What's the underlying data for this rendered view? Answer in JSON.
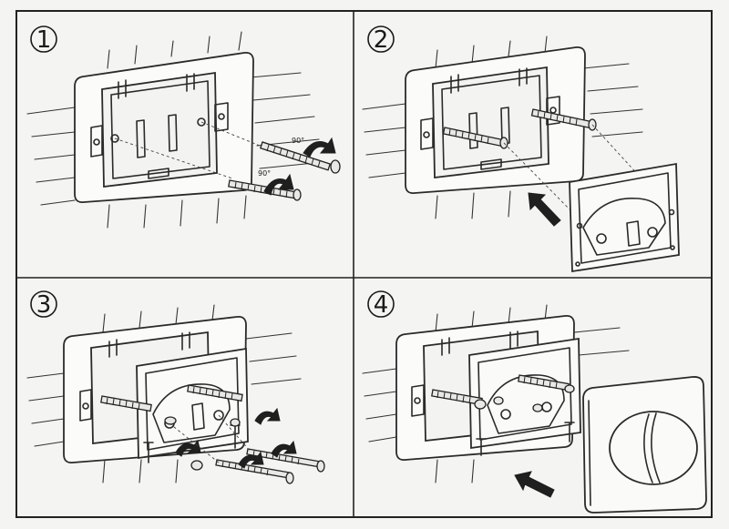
{
  "panels": [
    {
      "id": "panel-1",
      "step_number": "1",
      "annotations": [
        "90°",
        "90°"
      ]
    },
    {
      "id": "panel-2",
      "step_number": "2",
      "annotations": []
    },
    {
      "id": "panel-3",
      "step_number": "3",
      "annotations": []
    },
    {
      "id": "panel-4",
      "step_number": "4",
      "annotations": []
    }
  ],
  "colors": {
    "line": "#2a2a2a",
    "paper": "#f4f4f2",
    "plate": "#fbfbfa"
  }
}
